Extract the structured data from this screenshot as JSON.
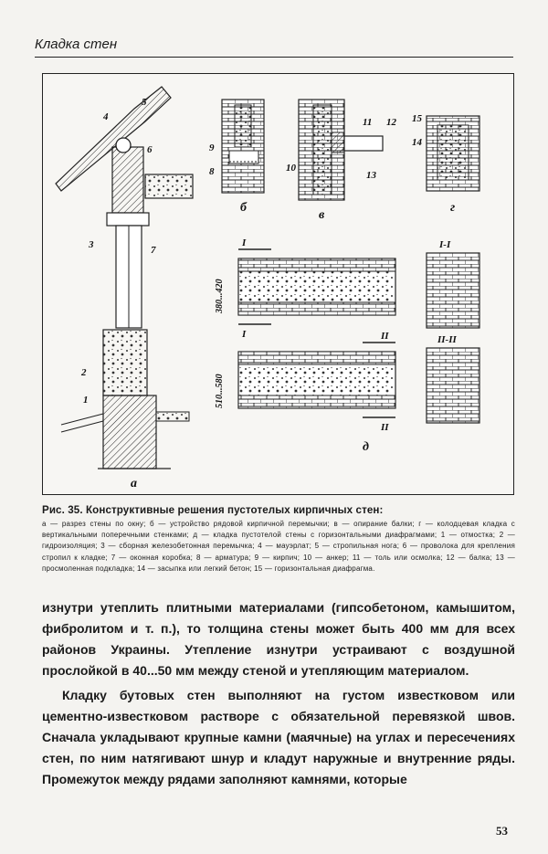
{
  "header": {
    "section_title": "Кладка стен"
  },
  "figure": {
    "panel_labels": [
      "а",
      "б",
      "в",
      "г",
      "д"
    ],
    "number_labels": [
      "1",
      "2",
      "3",
      "4",
      "5",
      "6",
      "7",
      "8",
      "9",
      "10",
      "11",
      "12",
      "13",
      "14",
      "15"
    ],
    "section_labels": [
      "I",
      "I",
      "II",
      "II",
      "I-I",
      "II-II"
    ],
    "dimension_labels": [
      "380...420",
      "510...580"
    ]
  },
  "caption": {
    "title": "Рис. 35. Конструктивные решения пустотелых кирпичных стен:",
    "legend": "а — разрез стены по окну; б — устройство рядовой кирпичной перемычки; в — опирание балки; г — колодцевая кладка с вертикальными поперечными стенками; д — кладка пустотелой стены с горизонтальными диафрагмами; 1 — отмостка; 2 — гидроизоляция; 3 — сборная железобетонная перемычка; 4 — мауэрлат; 5 — стропильная нога; 6 — проволока для крепления стропил к кладке; 7 — оконная коробка; 8 — арматура; 9 — кирпич; 10 — анкер; 11 — толь или осмолка; 12 — балка; 13 — просмоленная подкладка; 14 — засыпка или легкий бетон; 15 — горизонтальная диафрагма."
  },
  "body": {
    "paragraph_1": "изнутри утеплить плитными материалами (гипсобетоном, камышитом, фибролитом и т. п.), то толщина стены может быть 400 мм для всех районов Украины. Утепление изнутри устраивают с воздушной прослойкой в 40...50 мм между стеной и утепляющим материалом.",
    "paragraph_2": "Кладку бутовых стен выполняют на густом известковом или цементно-известковом растворе с обязательной перевязкой швов. Сначала укладывают крупные камни (маячные) на углах и пересечениях стен, по ним натягивают шнур и кладут наружные и внутренние ряды. Промежуток между рядами заполняют камнями, которые"
  },
  "page_number": "53"
}
